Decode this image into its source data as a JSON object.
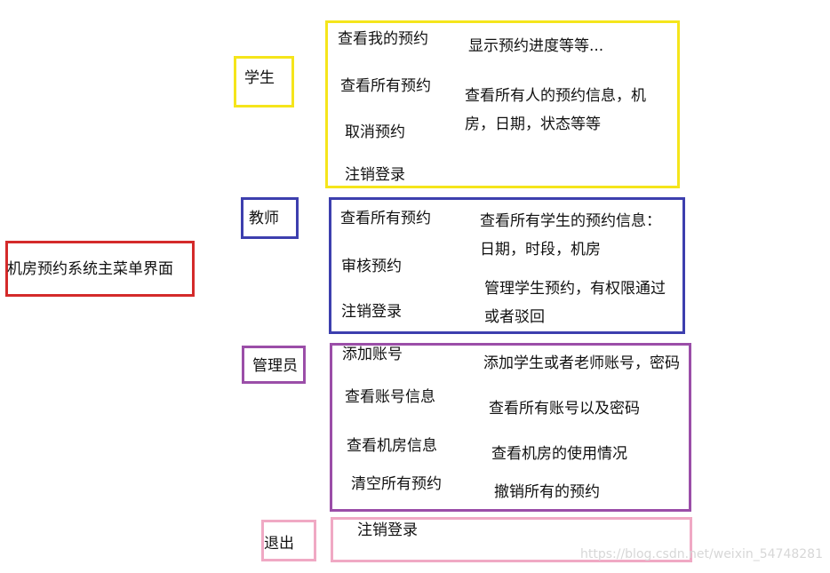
{
  "colors": {
    "main": "#d42a2a",
    "student": "#f5e51b",
    "teacher": "#3d3fae",
    "admin": "#9b4ea8",
    "exit": "#f0a9c4"
  },
  "main_menu": {
    "label": "机房预约系统主菜单界面"
  },
  "student": {
    "label": "学生",
    "items": [
      "查看我的预约",
      "查看所有预约",
      "取消预约",
      "注销登录"
    ],
    "desc": [
      "显示预约进度等等...",
      "查看所有人的预约信息，机房，日期，状态等等"
    ]
  },
  "teacher": {
    "label": "教师",
    "items": [
      "查看所有预约",
      "审核预约",
      "注销登录"
    ],
    "desc": [
      "查看所有学生的预约信息：日期，时段，机房",
      "管理学生预约，有权限通过或者驳回"
    ]
  },
  "admin": {
    "label": "管理员",
    "items": [
      "添加账号",
      "查看账号信息",
      "查看机房信息",
      "清空所有预约"
    ],
    "desc": [
      "添加学生或者老师账号，密码",
      "查看所有账号以及密码",
      "查看机房的使用情况",
      "撤销所有的预约"
    ]
  },
  "exit": {
    "label": "退出",
    "items": [
      "注销登录"
    ]
  },
  "watermark": "https://blog.csdn.net/weixin_54748281"
}
